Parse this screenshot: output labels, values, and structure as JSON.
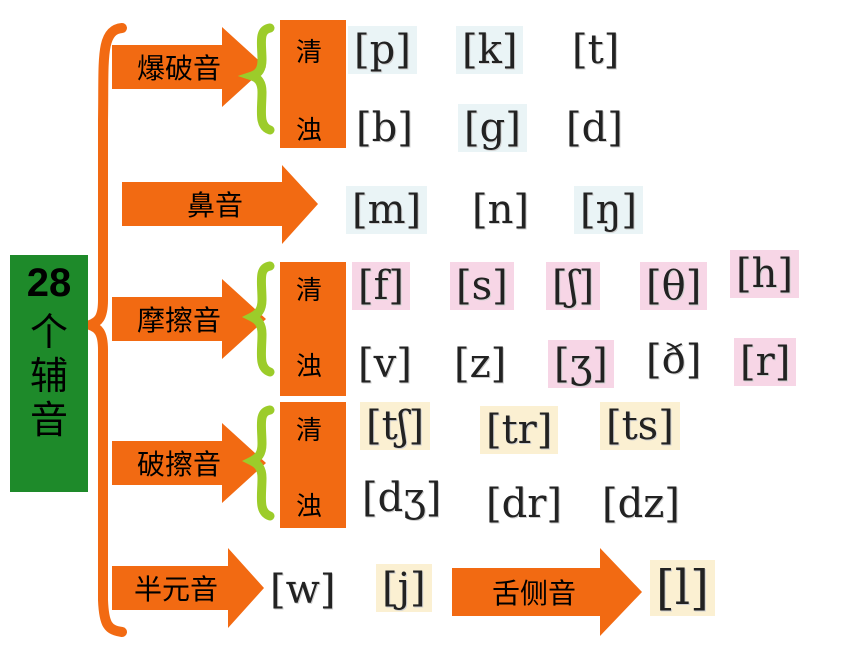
{
  "title": {
    "num": "28",
    "chars": [
      "个",
      "辅",
      "音"
    ]
  },
  "categories": {
    "plosive": "爆破音",
    "nasal": "鼻音",
    "fricative": "摩擦音",
    "affricate": "破擦音",
    "semivowel": "半元音",
    "lateral": "舌侧音"
  },
  "voice": {
    "voiceless": "清",
    "voiced": "浊"
  },
  "rows": {
    "plosive_voiceless": [
      "[p]",
      "[k]",
      "[t]"
    ],
    "plosive_voiced": [
      "[b]",
      "[g]",
      "[d]"
    ],
    "nasal": [
      "[m]",
      "[n]",
      "[ŋ]"
    ],
    "fricative_voiceless": [
      "[f]",
      "[s]",
      "[ʃ]",
      "[θ]",
      "[h]"
    ],
    "fricative_voiced": [
      "[v]",
      "[z]",
      "[ʒ]",
      "[ð]",
      "[r]"
    ],
    "affricate_voiceless": [
      "[tʃ]",
      "[tr]",
      "[ts]"
    ],
    "affricate_voiced": [
      "[dʒ]",
      "[dr]",
      "[dz]"
    ],
    "semivowel": [
      "[w]",
      "[j]"
    ],
    "lateral": [
      "[l]"
    ]
  },
  "colors": {
    "arrow": "#f26a12",
    "brace": "#f26a12",
    "inner_brace": "#9ccc2a",
    "title_bg": "#1e8a2a"
  }
}
